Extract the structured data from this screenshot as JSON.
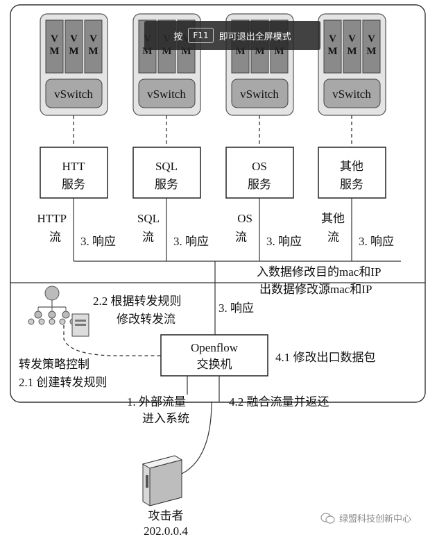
{
  "overlay": {
    "prefix": "按",
    "key": "F11",
    "suffix": "即可退出全屏模式"
  },
  "vm_label": [
    "V",
    "M"
  ],
  "vswitch_label": "vSwitch",
  "services": [
    {
      "line1": "HTT",
      "line2": "服务",
      "flow1": "HTTP",
      "flow2": "流"
    },
    {
      "line1": "SQL",
      "line2": "服务",
      "flow1": "SQL",
      "flow2": "流"
    },
    {
      "line1": "OS",
      "line2": "服务",
      "flow1": "OS",
      "flow2": "流"
    },
    {
      "line1": "其他",
      "line2": "服务",
      "flow1": "其他",
      "flow2": "流"
    }
  ],
  "response_label": "3. 响应",
  "inbound_note": "入数据修改目的mac和IP",
  "outbound_note": "出数据修改源mac和IP",
  "rule_modify": [
    "2.2 根据转发规则",
    "修改转发流"
  ],
  "openflow": [
    "Openflow",
    "交换机"
  ],
  "modify_packet": "4.1 修改出口数据包",
  "policy_control": "转发策略控制",
  "create_rule": "2.1 创建转发规则",
  "external_flow": [
    "1. 外部流量",
    "进入系统"
  ],
  "merge_return": "4.2 融合流量并返还",
  "attacker": [
    "攻击者",
    "202.0.0.4"
  ],
  "watermark": "绿盟科技创新中心"
}
